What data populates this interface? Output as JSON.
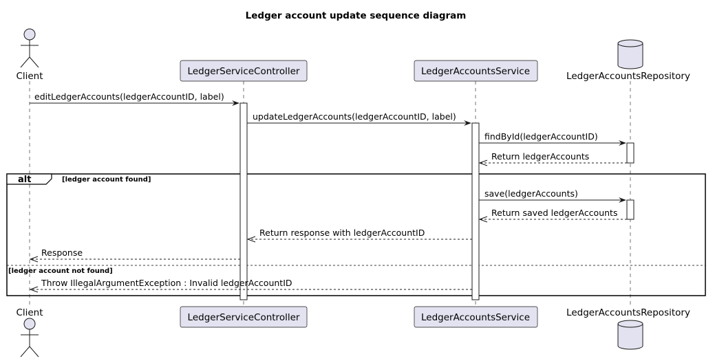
{
  "title": "Ledger account update sequence diagram",
  "participants": [
    {
      "id": "client",
      "label": "Client",
      "kind": "actor"
    },
    {
      "id": "controller",
      "label": "LedgerServiceController",
      "kind": "participant"
    },
    {
      "id": "service",
      "label": "LedgerAccountsService",
      "kind": "participant"
    },
    {
      "id": "repo",
      "label": "LedgerAccountsRepository",
      "kind": "database"
    }
  ],
  "messages": [
    {
      "from": "client",
      "to": "controller",
      "label": "editLedgerAccounts(ledgerAccountID, label)",
      "style": "solid"
    },
    {
      "from": "controller",
      "to": "service",
      "label": "updateLedgerAccounts(ledgerAccountID, label)",
      "style": "solid"
    },
    {
      "from": "service",
      "to": "repo",
      "label": "findById(ledgerAccountID)",
      "style": "solid"
    },
    {
      "from": "repo",
      "to": "service",
      "label": "Return ledgerAccounts",
      "style": "dashed"
    },
    {
      "from": "service",
      "to": "repo",
      "label": "save(ledgerAccounts)",
      "style": "solid"
    },
    {
      "from": "repo",
      "to": "service",
      "label": "Return saved ledgerAccounts",
      "style": "dashed"
    },
    {
      "from": "service",
      "to": "controller",
      "label": "Return response with ledgerAccountID",
      "style": "dashed"
    },
    {
      "from": "controller",
      "to": "client",
      "label": "Response",
      "style": "dashed"
    },
    {
      "from": "service",
      "to": "client",
      "label": "Throw IllegalArgumentException : Invalid ledgerAccountID",
      "style": "dashed"
    }
  ],
  "fragment": {
    "operator": "alt",
    "guards": [
      "[ledger account found]",
      "[ledger account not found]"
    ]
  }
}
